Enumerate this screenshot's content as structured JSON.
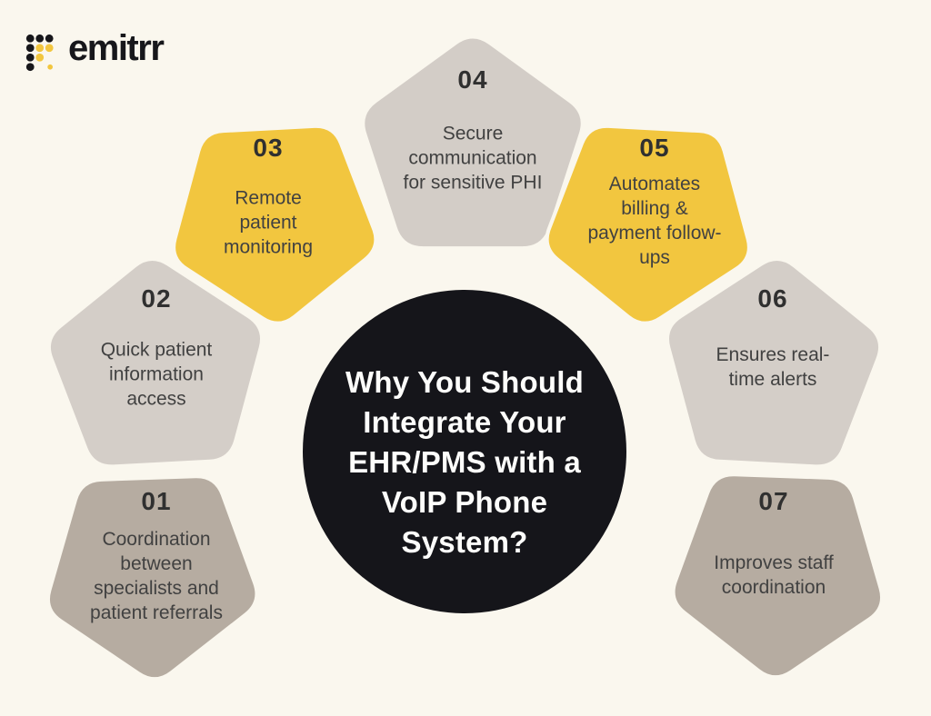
{
  "logo": {
    "text": "emitrr",
    "icon": "emitrr-dot-grid-icon"
  },
  "center": {
    "title": "Why You Should\nIntegrate Your\nEHR/PMS with a\nVoIP Phone\nSystem?"
  },
  "items": [
    {
      "number": "01",
      "label": "Coordination\nbetween\nspecialists and\npatient referrals",
      "color": "#B6ACA1"
    },
    {
      "number": "02",
      "label": "Quick patient\ninformation\naccess",
      "color": "#D4CEC8"
    },
    {
      "number": "03",
      "label": "Remote\npatient\nmonitoring",
      "color": "#F2C63F"
    },
    {
      "number": "04",
      "label": "Secure\ncommunication\nfor sensitive PHI",
      "color": "#D3CDC7"
    },
    {
      "number": "05",
      "label": "Automates\nbilling &\npayment follow-\nups",
      "color": "#F2C63F"
    },
    {
      "number": "06",
      "label": "Ensures real-\ntime alerts",
      "color": "#D4CEC8"
    },
    {
      "number": "07",
      "label": "Improves staff\ncoordination",
      "color": "#B6ACA1"
    }
  ],
  "palette": {
    "background": "#FAF7EE",
    "yellow": "#F2C63F",
    "light_gray": "#D4CEC8",
    "taupe": "#B6ACA1",
    "circle": "#15151A",
    "body_text": "#414141",
    "title_text": "#FDFDFB",
    "logo_black": "#17171B"
  }
}
